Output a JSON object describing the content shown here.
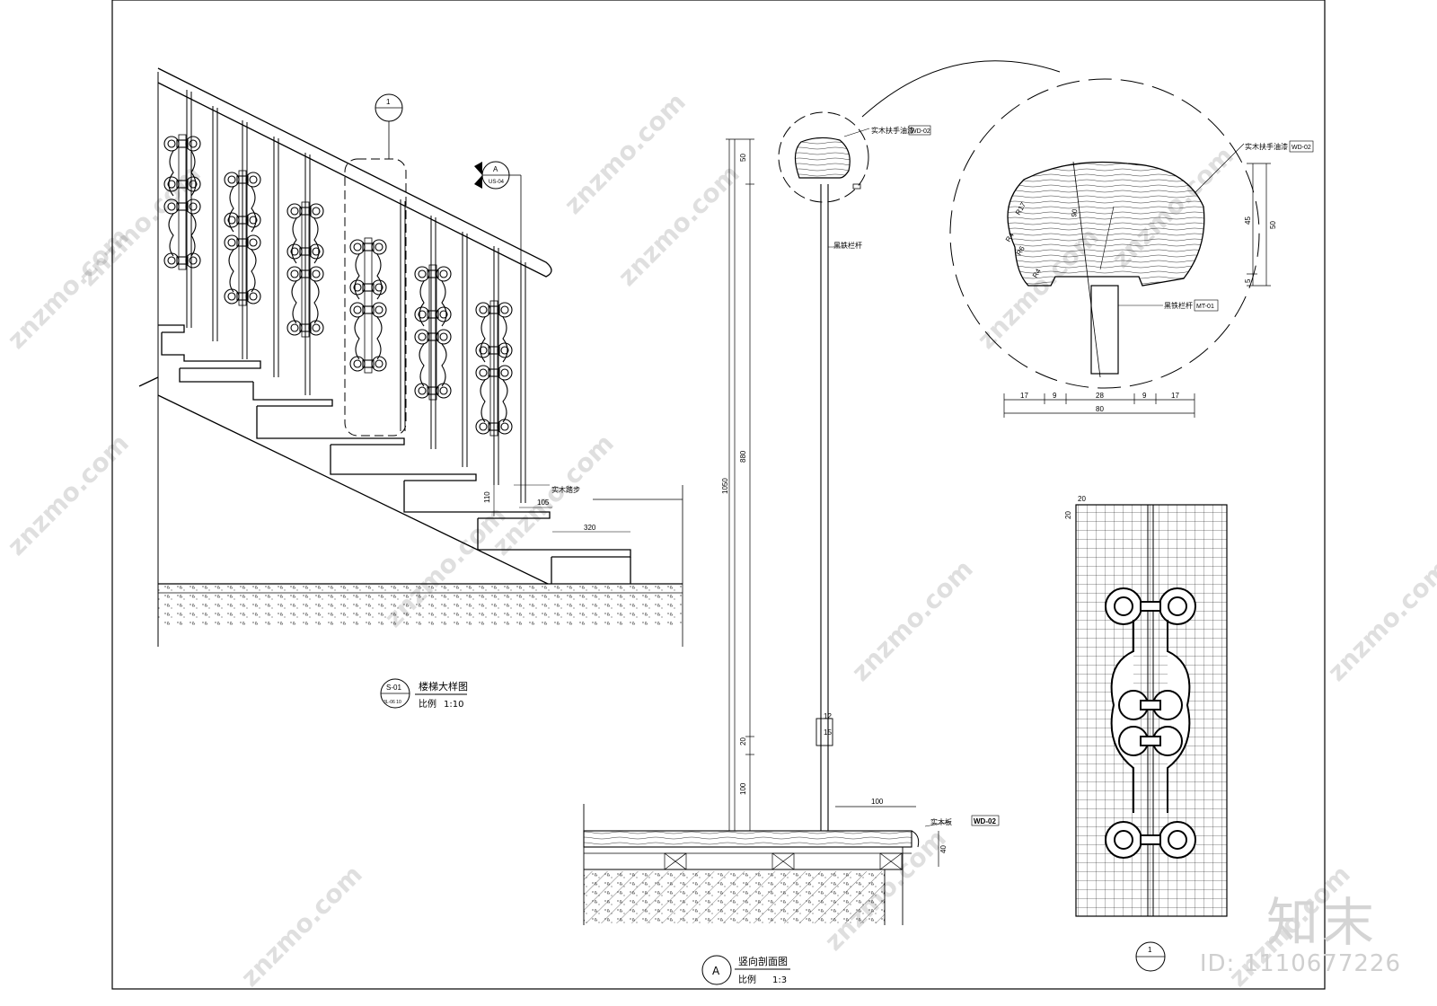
{
  "watermark": {
    "site": "znzmo.com",
    "brand": "知末",
    "id_label": "ID: 1110677226"
  },
  "stair_detail": {
    "title": "楼梯大样图",
    "scale_label": "比例",
    "scale_value": "1:10",
    "tag_code": "S-01",
    "tag_sheet": "3L-06 10",
    "tread_label": "实木踏步",
    "dims": {
      "riser": "110",
      "nosing": "105",
      "tread": "320"
    },
    "callout_a_letter": "A",
    "callout_a_sheet": "US-04",
    "callout_1": "1"
  },
  "section_a": {
    "title": "竖向剖面图",
    "scale_label": "比例",
    "scale_value": "1:3",
    "tag": "A",
    "handrail_label": "实木扶手油漆",
    "handrail_code": "WD-02",
    "baluster_label": "黑铁栏杆",
    "floor_label": "实木板",
    "floor_code": "WD-02",
    "dims": {
      "top": "50",
      "total": "1050",
      "mid": "880",
      "lower": "20",
      "base": "100",
      "small_a": "12",
      "small_b": "15",
      "floor_w": "100",
      "floor_t": "40"
    }
  },
  "handrail_detail": {
    "handrail_label": "实木扶手油漆",
    "handrail_code": "WD-02",
    "baluster_label": "黑铁栏杆",
    "baluster_code": "MT-01",
    "radius_labels": [
      "R17",
      "R4",
      "R6",
      "R4"
    ],
    "vertical_dims": [
      "45",
      "50",
      "5"
    ],
    "horizontal_dims": [
      "17",
      "9",
      "28",
      "9",
      "17"
    ],
    "total_width": "80",
    "angle_label": "90"
  },
  "panel_detail": {
    "tag": "1",
    "grid_dims": [
      "20",
      "20"
    ]
  }
}
